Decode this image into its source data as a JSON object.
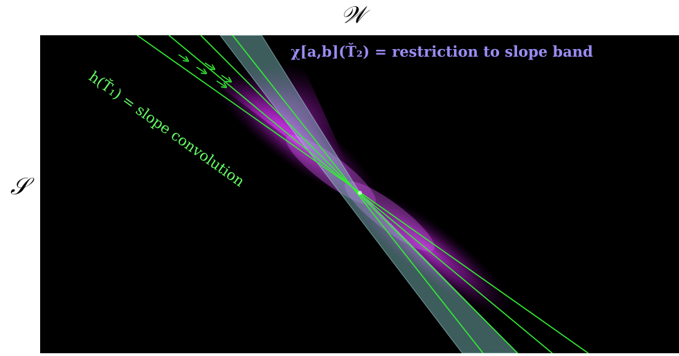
{
  "axes": {
    "x_title": "𝒲",
    "y_title": "𝒮"
  },
  "annotations": {
    "restriction_label": "χ[a,b](T̆₂) = restriction to slope band",
    "restriction_math": "χ[a,b](T̆₂)",
    "restriction_text": " = restriction to slope band",
    "convolution_label": "h(T̆₁) = slope convolution"
  },
  "colors": {
    "background": "#000000",
    "magenta_energy": "#d02ee0",
    "green_lines": "#33ee33",
    "slope_band": "#88cccc",
    "restriction_text": "#9a8cf2",
    "convolution_text": "#66ff66"
  }
}
